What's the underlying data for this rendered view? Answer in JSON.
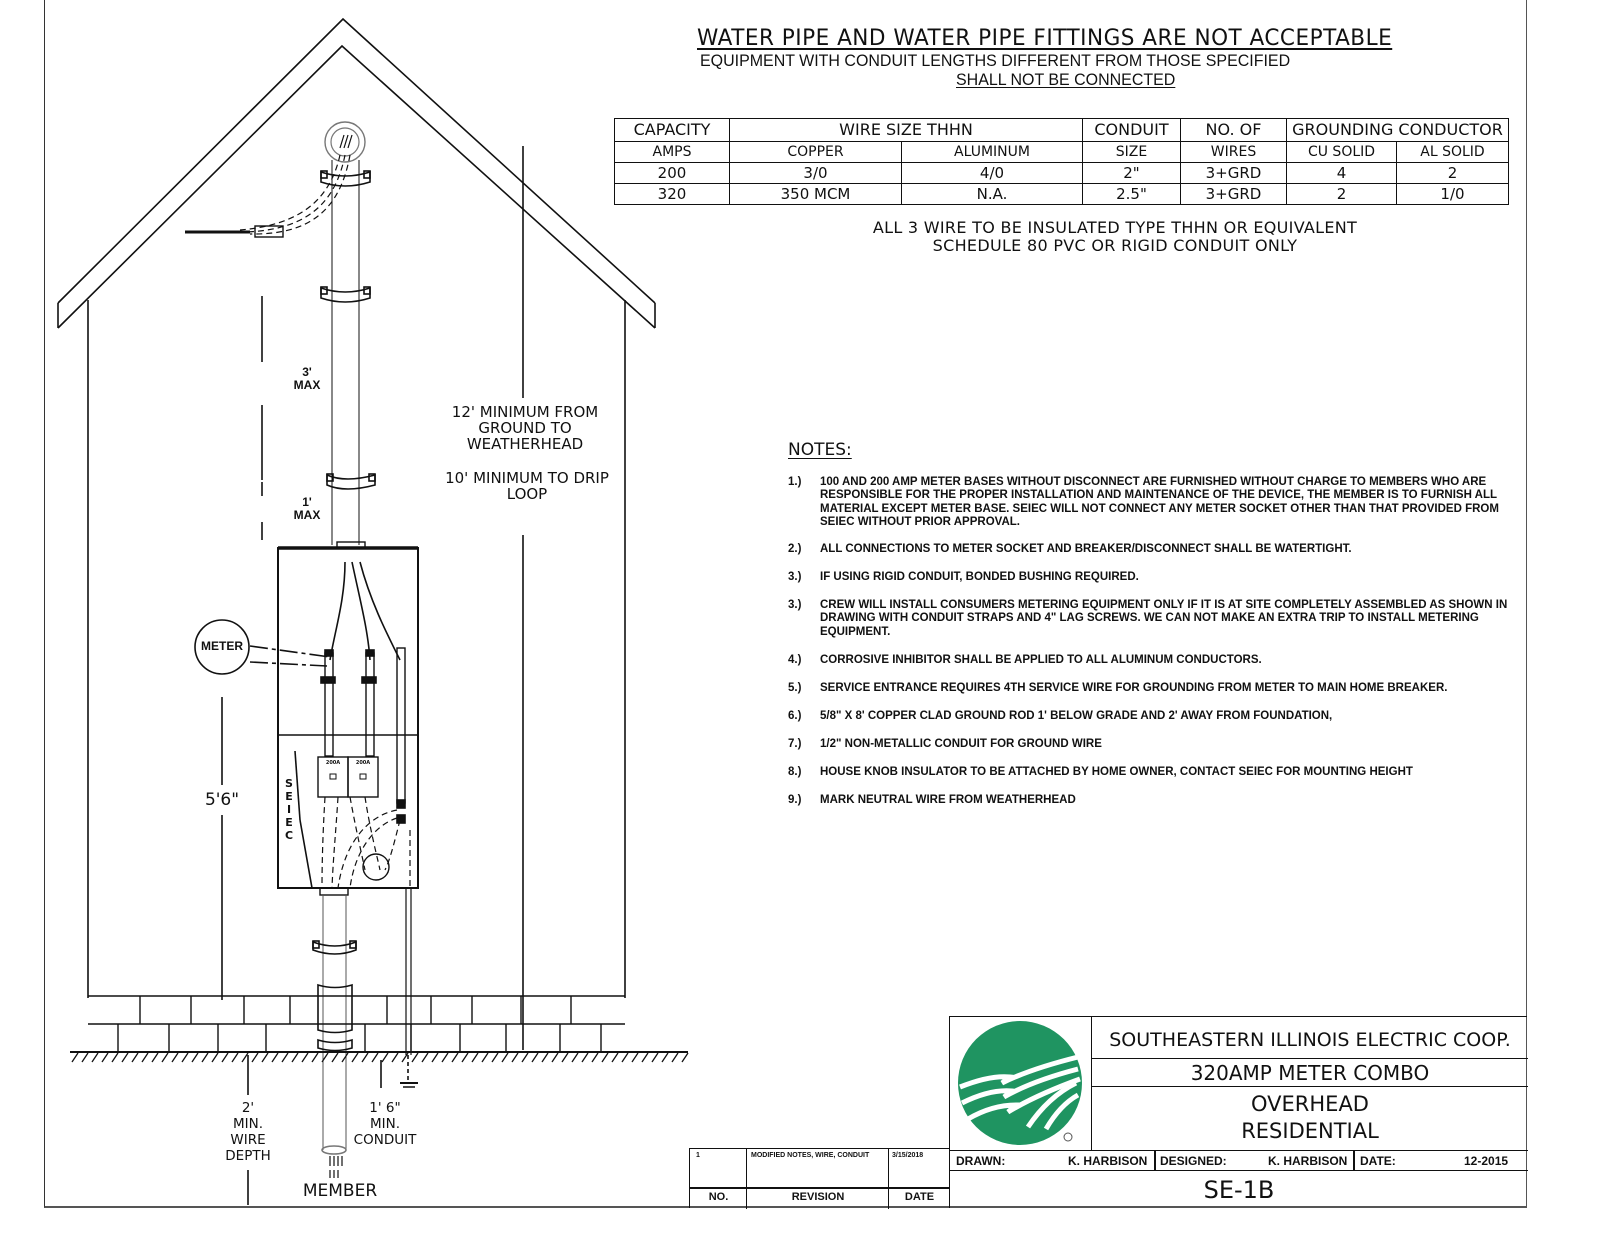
{
  "header": {
    "line1": "WATER PIPE AND WATER PIPE FITTINGS ARE NOT ACCEPTABLE",
    "line2": "EQUIPMENT WITH CONDUIT LENGTHS DIFFERENT FROM THOSE SPECIFIED",
    "line3": "SHALL NOT BE CONNECTED"
  },
  "spec_table": {
    "header_row1": [
      "CAPACITY",
      "WIRE SIZE THHN",
      "CONDUIT",
      "NO. OF",
      "GROUNDING CONDUCTOR"
    ],
    "header_row2": [
      "AMPS",
      "COPPER",
      "ALUMINUM",
      "SIZE",
      "WIRES",
      "CU SOLID",
      "AL SOLID"
    ],
    "rows": [
      [
        "200",
        "3/0",
        "4/0",
        "2\"",
        "3+GRD",
        "4",
        "2"
      ],
      [
        "320",
        "350 MCM",
        "N.A.",
        "2.5\"",
        "3+GRD",
        "2",
        "1/0"
      ]
    ]
  },
  "spec_notes": {
    "line1": "ALL 3 WIRE TO BE INSULATED TYPE THHN OR EQUIVALENT",
    "line2": "SCHEDULE 80 PVC OR RIGID CONDUIT ONLY"
  },
  "notes": {
    "title": "NOTES:",
    "items": [
      {
        "num": "1.)",
        "text": "100 AND 200 AMP METER BASES WITHOUT DISCONNECT ARE FURNISHED WITHOUT CHARGE TO MEMBERS WHO ARE RESPONSIBLE FOR THE PROPER INSTALLATION AND MAINTENANCE OF THE DEVICE, THE MEMBER IS TO FURNISH ALL MATERIAL EXCEPT METER BASE. SEIEC WILL NOT CONNECT ANY METER SOCKET OTHER THAN THAT PROVIDED FROM SEIEC WITHOUT PRIOR APPROVAL."
      },
      {
        "num": "2.)",
        "text": "ALL CONNECTIONS TO METER SOCKET AND BREAKER/DISCONNECT SHALL BE WATERTIGHT."
      },
      {
        "num": "3.)",
        "text": "IF USING RIGID CONDUIT, BONDED BUSHING REQUIRED."
      },
      {
        "num": "3.)",
        "text": "CREW WILL INSTALL CONSUMERS METERING EQUIPMENT ONLY IF IT IS AT SITE COMPLETELY ASSEMBLED AS SHOWN IN DRAWING WITH CONDUIT STRAPS AND 4\" LAG SCREWS. WE CAN NOT MAKE AN EXTRA TRIP TO INSTALL METERING EQUIPMENT."
      },
      {
        "num": "4.)",
        "text": "CORROSIVE INHIBITOR SHALL BE APPLIED TO ALL ALUMINUM CONDUCTORS."
      },
      {
        "num": "5.)",
        "text": "SERVICE ENTRANCE REQUIRES 4TH SERVICE WIRE FOR GROUNDING FROM METER TO MAIN HOME BREAKER."
      },
      {
        "num": "6.)",
        "text": "5/8\" X 8' COPPER CLAD GROUND ROD 1' BELOW GRADE AND 2' AWAY FROM FOUNDATION,"
      },
      {
        "num": "7.)",
        "text": "1/2\" NON-METALLIC CONDUIT FOR GROUND WIRE"
      },
      {
        "num": "8.)",
        "text": "HOUSE KNOB INSULATOR TO BE ATTACHED BY HOME OWNER, CONTACT SEIEC FOR MOUNTING HEIGHT"
      },
      {
        "num": "9.)",
        "text": "MARK NEUTRAL WIRE FROM WEATHERHEAD"
      }
    ]
  },
  "diagram": {
    "dim_3ft": [
      "3'",
      "MAX"
    ],
    "dim_1ft": [
      "1'",
      "MAX"
    ],
    "weatherhead_clearance": [
      "12' MINIMUM FROM",
      "GROUND TO",
      "WEATHERHEAD"
    ],
    "drip_loop_clearance": [
      "10' MINIMUM TO DRIP",
      "LOOP"
    ],
    "meter_label": "METER",
    "meter_height": "5'6\"",
    "breaker_labels": [
      "200A",
      "200A"
    ],
    "vendor_letters": [
      "S",
      "E",
      "I",
      "E",
      "C"
    ],
    "wire_depth": [
      "2'",
      "MIN.",
      "WIRE",
      "DEPTH"
    ],
    "conduit_depth": [
      "1' 6\"",
      "MIN.",
      "CONDUIT"
    ],
    "member_label": "MEMBER"
  },
  "title_block": {
    "company": "SOUTHEASTERN ILLINOIS ELECTRIC COOP.",
    "drawing_title": "320AMP METER COMBO",
    "subtitle_line1": "OVERHEAD",
    "subtitle_line2": "RESIDENTIAL",
    "drawn_label": "DRAWN:",
    "drawn_by": "K. HARBISON",
    "designed_label": "DESIGNED:",
    "designed_by": "K. HARBISON",
    "date_label": "DATE:",
    "date": "12-2015",
    "drawing_number": "SE-1B",
    "logo_color": "#1f9461"
  },
  "revision_block": {
    "no": "1",
    "revision": "MODIFIED NOTES, WIRE, CONDUIT",
    "date": "3/15/2018",
    "headers": [
      "NO.",
      "REVISION",
      "DATE"
    ]
  }
}
